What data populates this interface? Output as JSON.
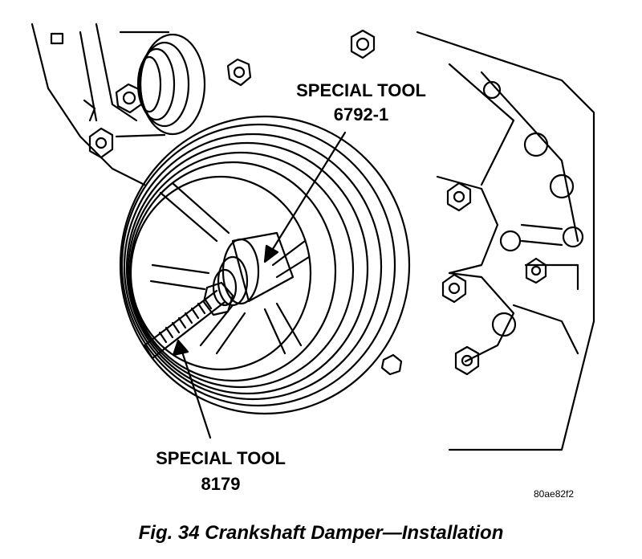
{
  "labels": {
    "tool_upper_line1": "SPECIAL TOOL",
    "tool_upper_line2": "6792-1",
    "tool_lower_line1": "SPECIAL TOOL",
    "tool_lower_line2": "8179"
  },
  "image_code": "80ae82f2",
  "caption": "Fig. 34 Crankshaft Damper—Installation"
}
